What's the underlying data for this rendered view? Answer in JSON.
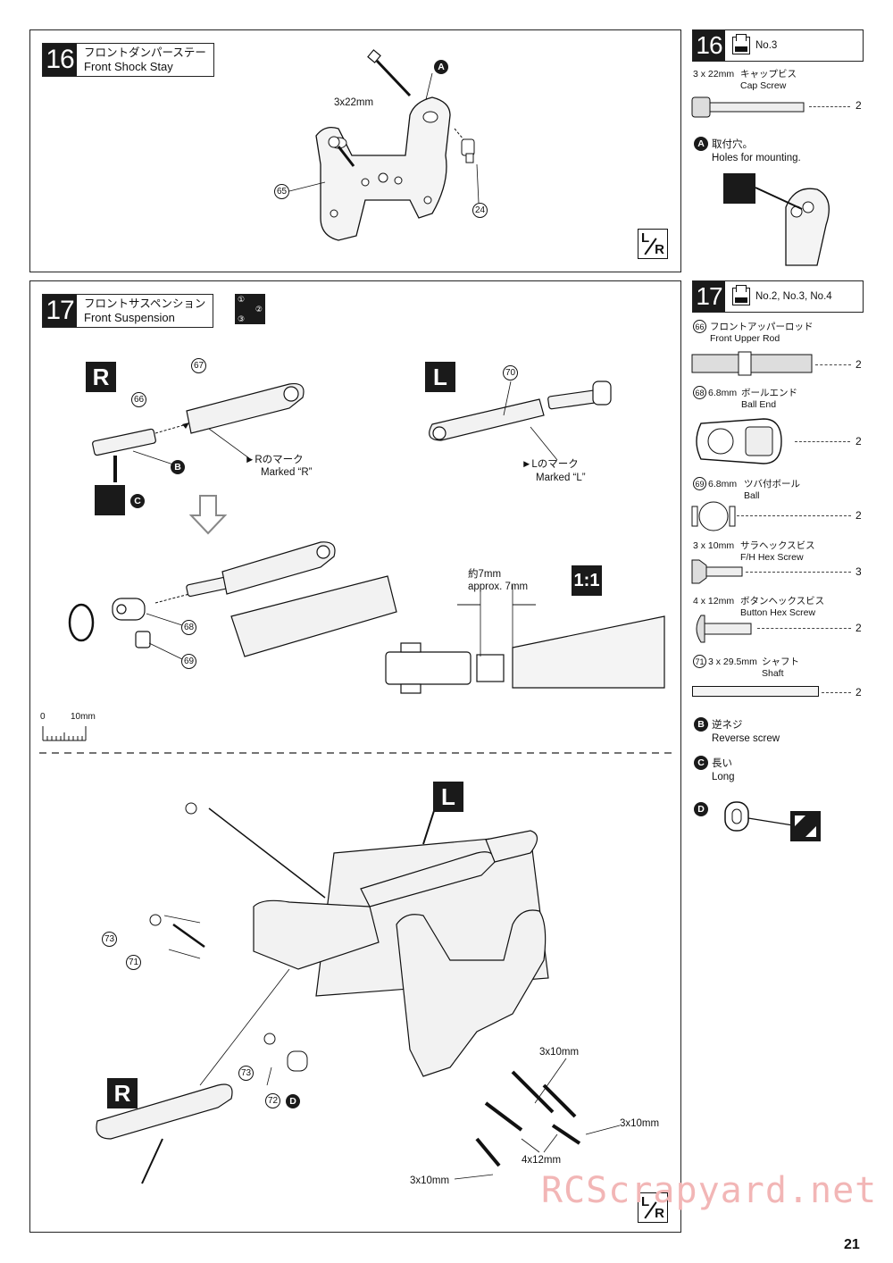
{
  "page_number": "21",
  "watermark": "RCScrapyard.net",
  "step16": {
    "number": "16",
    "title_jp": "フロントダンパーステー",
    "title_en": "Front Shock Stay",
    "screw_label": "3x22mm",
    "callouts": {
      "a": "A",
      "p65": "65",
      "p24": "24"
    },
    "lr_l": "L",
    "lr_r": "R"
  },
  "step17": {
    "number": "17",
    "title_jp": "フロントサスペンション",
    "title_en": "Front Suspension",
    "order_icon": [
      "①",
      "②",
      "③"
    ],
    "r_tag": "R",
    "l_tag": "L",
    "scale_tag": "1:1",
    "r_mark": "►Rのマーク",
    "r_mark_en": "Marked “R”",
    "l_mark": "►Lのマーク",
    "l_mark_en": "Marked “L”",
    "approx_jp": "約7mm",
    "approx_en": "approx. 7mm",
    "ruler_0": "0",
    "ruler_10": "10mm",
    "callouts": {
      "p66": "66",
      "p67": "67",
      "p70": "70",
      "p68": "68",
      "p69": "69",
      "p71": "71",
      "p72": "72",
      "p73a": "73",
      "p73b": "73",
      "b": "B",
      "c": "C",
      "d": "D"
    },
    "screws": {
      "s1": "3x10mm",
      "s2": "3x10mm",
      "s3": "3x10mm",
      "s4": "4x12mm"
    },
    "lr_l": "L",
    "lr_r": "R"
  },
  "side16": {
    "number": "16",
    "bag": "No.3",
    "parts": [
      {
        "size": "3 x 22mm",
        "jp": "キャップビス",
        "en": "Cap Screw",
        "qty": "2"
      }
    ],
    "note_letter": "A",
    "note_jp": "取付穴。",
    "note_en": "Holes for mounting."
  },
  "side17": {
    "number": "17",
    "bag": "No.2, No.3, No.4",
    "parts": [
      {
        "ref": "66",
        "size": "",
        "jp": "フロントアッパーロッド",
        "en": "Front Upper Rod",
        "qty": "2"
      },
      {
        "ref": "68",
        "size": "6.8mm",
        "jp": "ボールエンド",
        "en": "Ball End",
        "qty": "2"
      },
      {
        "ref": "69",
        "size": "6.8mm",
        "jp": "ツバ付ボール",
        "en": "Ball",
        "qty": "2"
      },
      {
        "ref": "",
        "size": "3 x 10mm",
        "jp": "サラヘックスビス",
        "en": "F/H Hex Screw",
        "qty": "3"
      },
      {
        "ref": "",
        "size": "4 x 12mm",
        "jp": "ボタンヘックスビス",
        "en": "Button Hex Screw",
        "qty": "2"
      },
      {
        "ref": "71",
        "size": "3 x 29.5mm",
        "jp": "シャフト",
        "en": "Shaft",
        "qty": "2"
      }
    ],
    "notes": [
      {
        "letter": "B",
        "jp": "逆ネジ",
        "en": "Reverse screw"
      },
      {
        "letter": "C",
        "jp": "長い",
        "en": "Long"
      },
      {
        "letter": "D",
        "jp": "",
        "en": ""
      }
    ]
  }
}
